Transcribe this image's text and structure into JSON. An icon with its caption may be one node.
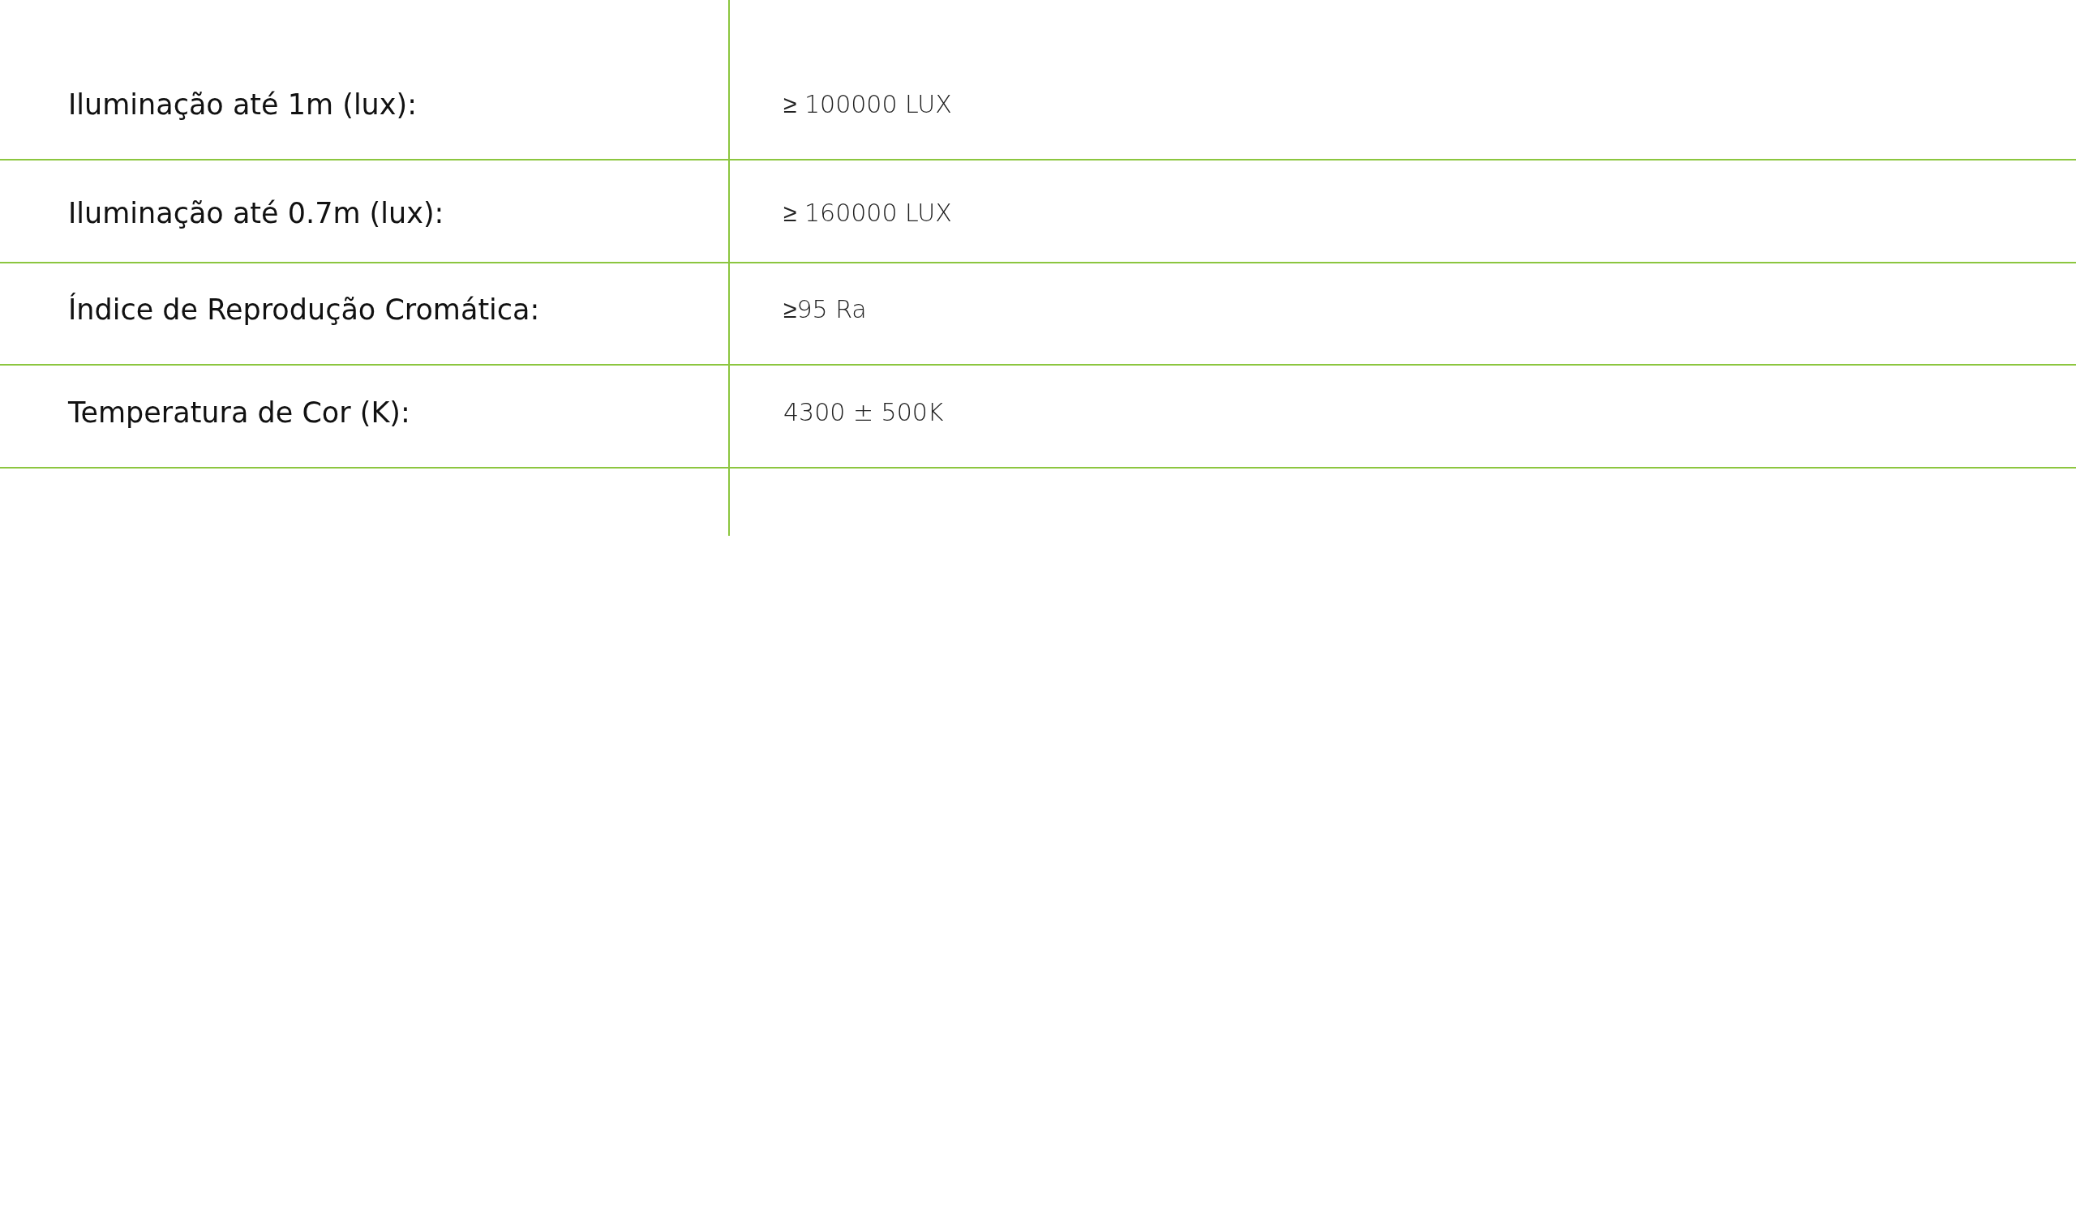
{
  "diagram": {
    "labels": [
      "Iluminação até 1m (lux):",
      "≥ 100000 LUX",
      "Iluminação até 0.7m (lux):",
      "≥ 160000 LUX",
      "Índice de Reprodução Cromática:",
      "≥95 Ra",
      "Temperatura de Cor (K):",
      "4300 ± 500K"
    ]
  }
}
